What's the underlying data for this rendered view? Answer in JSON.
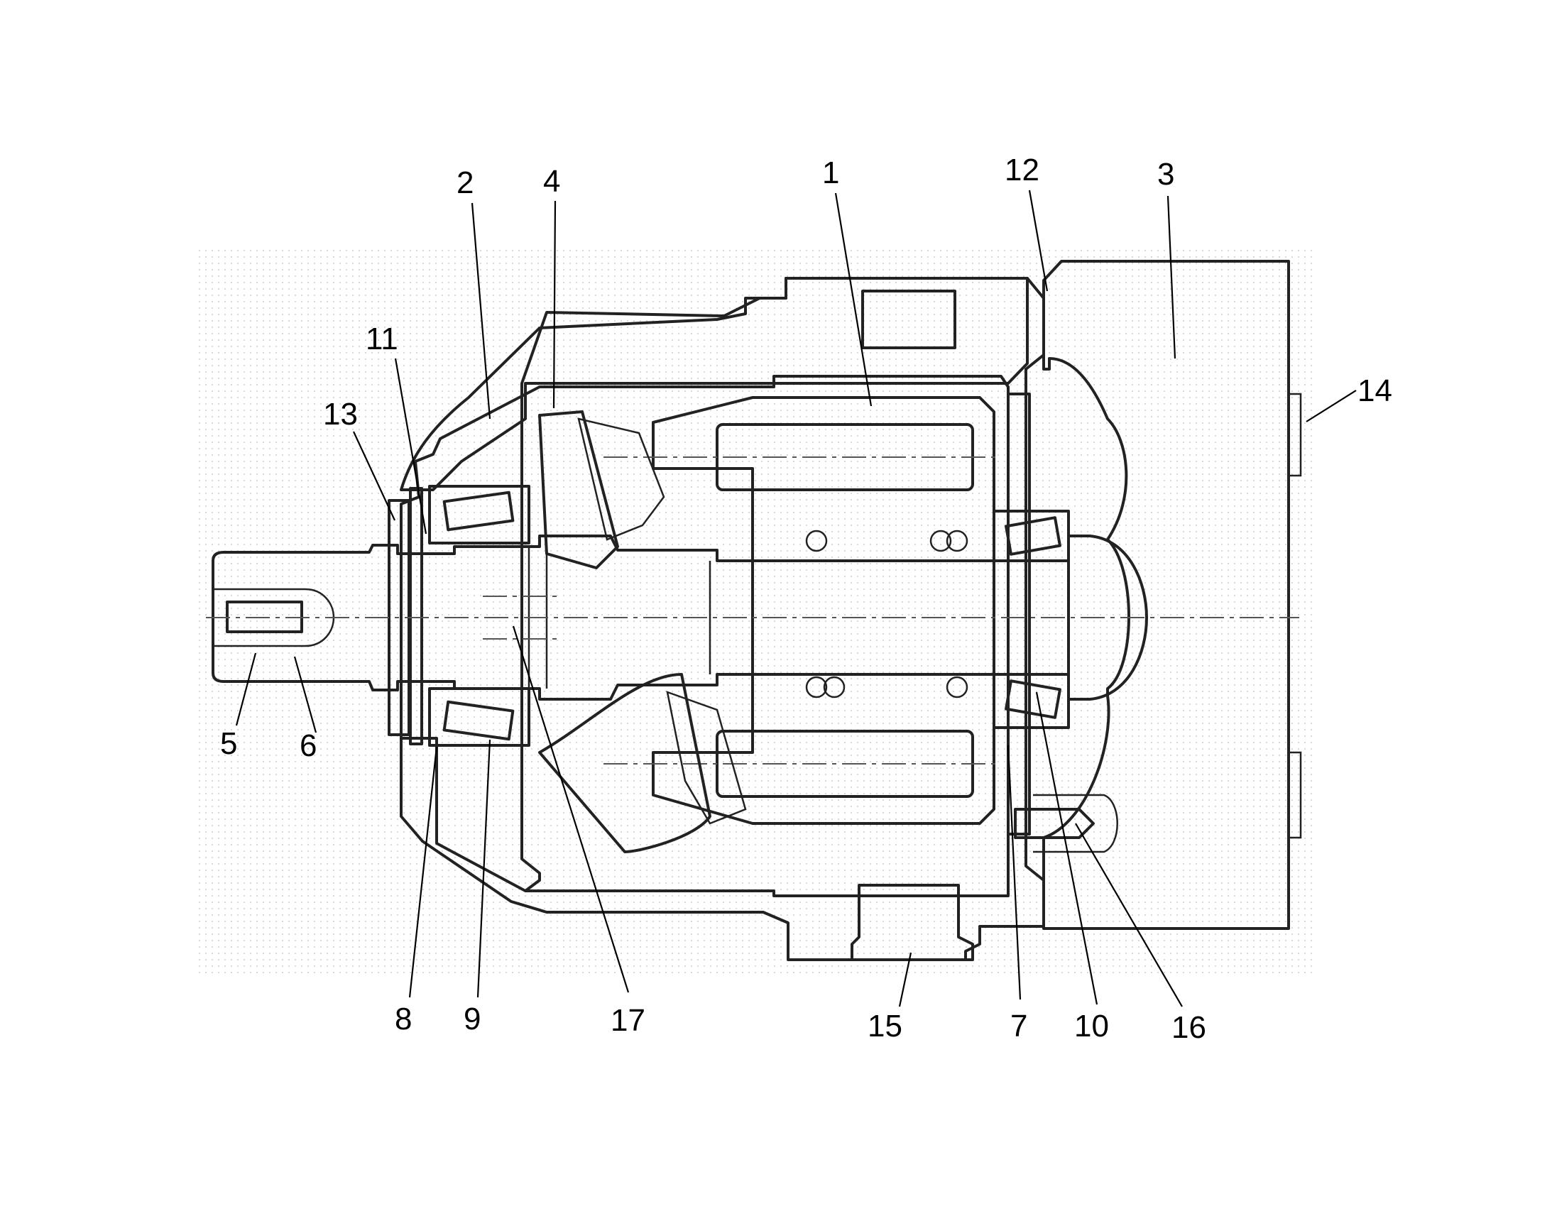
{
  "figure": {
    "callouts": [
      {
        "id": "callout-1",
        "text": "1"
      },
      {
        "id": "callout-2",
        "text": "2"
      },
      {
        "id": "callout-3",
        "text": "3"
      },
      {
        "id": "callout-4",
        "text": "4"
      },
      {
        "id": "callout-5",
        "text": "5"
      },
      {
        "id": "callout-6",
        "text": "6"
      },
      {
        "id": "callout-7",
        "text": "7"
      },
      {
        "id": "callout-8",
        "text": "8"
      },
      {
        "id": "callout-9",
        "text": "9"
      },
      {
        "id": "callout-10",
        "text": "10"
      },
      {
        "id": "callout-11",
        "text": "11"
      },
      {
        "id": "callout-12",
        "text": "12"
      },
      {
        "id": "callout-13",
        "text": "13"
      },
      {
        "id": "callout-14",
        "text": "14"
      },
      {
        "id": "callout-15",
        "text": "15"
      },
      {
        "id": "callout-16",
        "text": "16"
      },
      {
        "id": "callout-17",
        "text": "17"
      }
    ]
  },
  "colors": {
    "line": "#222222",
    "stipple": "#c8c8c8",
    "hatch": "#6a6a6a",
    "background": "#ffffff"
  }
}
